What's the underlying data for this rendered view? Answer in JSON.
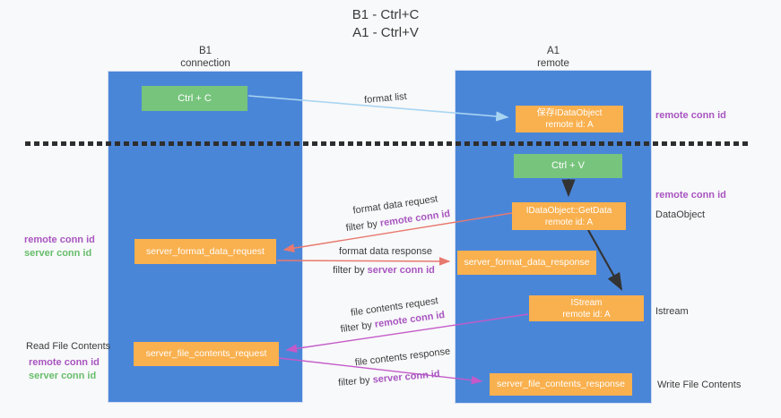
{
  "title": {
    "line1": "B1 - Ctrl+C",
    "line2": "A1 - Ctrl+V"
  },
  "lanes": {
    "left": {
      "title": "B1",
      "subtitle": "connection"
    },
    "right": {
      "title": "A1",
      "subtitle": "remote"
    }
  },
  "nodes": {
    "ctrl_c": {
      "label": "Ctrl + C"
    },
    "save_idataobject": {
      "line1": "保存IDataObject",
      "line2": "remote id: A"
    },
    "ctrl_v": {
      "label": "Ctrl + V"
    },
    "getdata": {
      "line1": "IDataObject::GetData",
      "line2": "remote id: A"
    },
    "server_format_data_request": {
      "label": "server_format_data_request"
    },
    "server_format_data_response": {
      "label": "server_format_data_response"
    },
    "istream": {
      "line1": "IStream",
      "line2": "remote id: A"
    },
    "server_file_contents_request": {
      "label": "server_file_contents_request"
    },
    "server_file_contents_response": {
      "label": "server_file_contents_response"
    }
  },
  "edge_labels": {
    "format_list": "format list",
    "format_data_request": "format data request",
    "format_data_response": "format data response",
    "file_contents_request": "file contents request",
    "file_contents_response": "file contents response",
    "filter_by": "filter by",
    "remote_conn_id": "remote conn id",
    "server_conn_id": "server conn id"
  },
  "side_labels": {
    "remote_conn_id": "remote conn id",
    "server_conn_id": "server conn id",
    "dataobject": "DataObject",
    "istream": "Istream",
    "read_file_contents": "Read File Contents",
    "write_file_contents": "Write File Contents"
  },
  "colors": {
    "lane_blue": "#4a86d8",
    "node_green": "#77c47d",
    "node_orange": "#f9b04e",
    "arrow_light_blue": "#a9d5f2",
    "arrow_salmon": "#e8796f",
    "arrow_magenta": "#c35ac8",
    "arrow_black": "#333333",
    "text_purple": "#a855c0",
    "text_green": "#67bd6b",
    "text_dark": "#3c3c3c",
    "background": "#f8f9fa"
  }
}
